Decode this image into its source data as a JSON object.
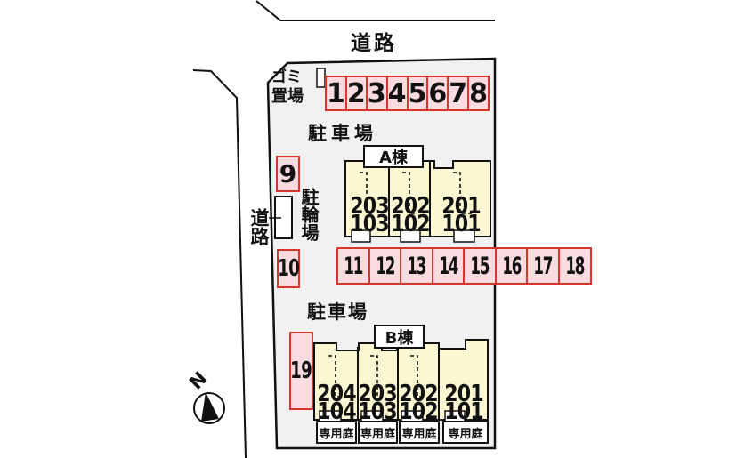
{
  "colors": {
    "site_fill": "#f1f1f2",
    "building_fill": "#fbf7d2",
    "parking_fill": "#f9dbe0",
    "parking_border": "#da342f",
    "line": "#111111",
    "white": "#ffffff"
  },
  "labels": {
    "road_top": "道路",
    "road_left": "道路",
    "garbage_line1": "ゴミ",
    "garbage_line2": "置場",
    "parking_upper": "駐車場",
    "parking_lower": "駐車場",
    "bicycle": "駐輪場",
    "north": "N",
    "private_garden": "専用庭"
  },
  "buildings": {
    "a": {
      "name": "A棟",
      "units": [
        {
          "upper": "203",
          "lower": "103"
        },
        {
          "upper": "202",
          "lower": "102"
        },
        {
          "upper": "201",
          "lower": "101"
        }
      ]
    },
    "b": {
      "name": "B棟",
      "units": [
        {
          "upper": "204",
          "lower": "104"
        },
        {
          "upper": "203",
          "lower": "103"
        },
        {
          "upper": "202",
          "lower": "102"
        },
        {
          "upper": "201",
          "lower": "101"
        }
      ]
    }
  },
  "parking": {
    "row_top": [
      "1",
      "2",
      "3",
      "4",
      "5",
      "6",
      "7",
      "8"
    ],
    "row_mid": [
      "11",
      "12",
      "13",
      "14",
      "15",
      "16",
      "17",
      "18"
    ],
    "space_9": "9",
    "space_10": "10",
    "space_19": "19"
  }
}
